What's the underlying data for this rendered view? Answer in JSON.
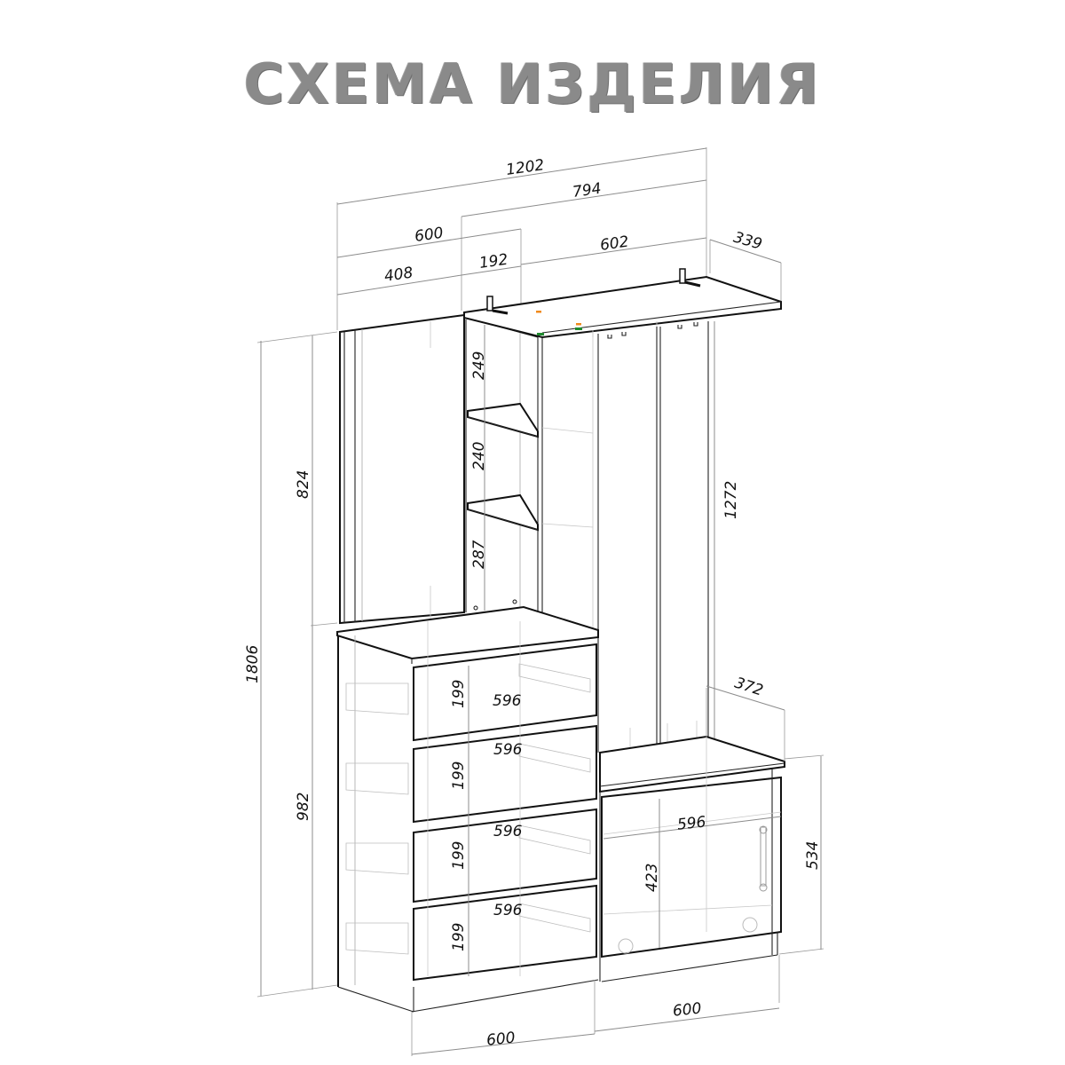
{
  "title": "СХЕМА ИЗДЕЛИЯ",
  "dimensions": {
    "overall_width": "1202",
    "upper_right_width": "794",
    "left_module_width": "600",
    "mirror_width": "408",
    "shelf_width": "192",
    "hanger_width": "602",
    "hanger_depth": "339",
    "overall_height": "1806",
    "upper_height": "824",
    "chest_height": "982",
    "shelf_gap_top": "249",
    "shelf_gap_middle": "240",
    "shelf_gap_bottom": "287",
    "hanger_panel_height": "1272",
    "bench_depth": "372",
    "bench_height": "534",
    "bench_door_height": "423",
    "bench_door_width": "596",
    "drawers": [
      {
        "height": "199",
        "width": "596"
      },
      {
        "height": "199",
        "width": "596"
      },
      {
        "height": "199",
        "width": "596"
      },
      {
        "height": "199",
        "width": "596"
      }
    ],
    "chest_base_width": "600",
    "bench_base_width": "600"
  },
  "colors": {
    "title": "#8a8a8a",
    "marker_orange": "#f08a1c",
    "marker_green": "#1e8a2e",
    "line": "#111111",
    "dim_line": "#8c8c8c"
  }
}
